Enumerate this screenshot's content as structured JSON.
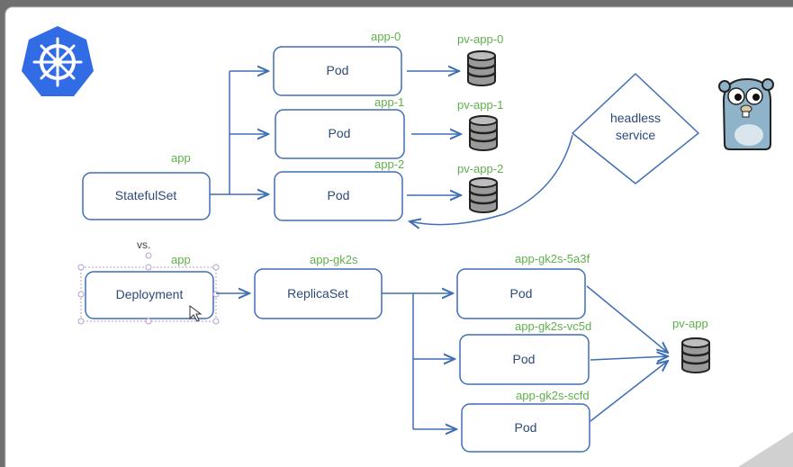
{
  "statefulset_section": {
    "controller": {
      "label": "StatefulSet",
      "tag": "app"
    },
    "pods": [
      {
        "label": "Pod",
        "name": "app-0",
        "volume": "pv-app-0"
      },
      {
        "label": "Pod",
        "name": "app-1",
        "volume": "pv-app-1"
      },
      {
        "label": "Pod",
        "name": "app-2",
        "volume": "pv-app-2"
      }
    ],
    "service": {
      "line1": "headless",
      "line2": "service"
    }
  },
  "vs_label": "vs.",
  "deployment_section": {
    "controller": {
      "label": "Deployment",
      "tag": "app"
    },
    "replicaset": {
      "label": "ReplicaSet",
      "tag": "app-gk2s"
    },
    "pods": [
      {
        "label": "Pod",
        "name": "app-gk2s-5a3f"
      },
      {
        "label": "Pod",
        "name": "app-gk2s-vc5d"
      },
      {
        "label": "Pod",
        "name": "app-gk2s-scfd"
      }
    ],
    "shared_volume": "pv-app"
  },
  "icons": {
    "kubernetes_logo": "kubernetes-helm-icon",
    "gopher": "go-gopher-icon",
    "database": "database-cylinder-icon"
  },
  "colors": {
    "box_stroke": "#3f6fb5",
    "arrow": "#3f6fb5",
    "label_green": "#5fb04a",
    "k8s_blue": "#326ce5"
  }
}
